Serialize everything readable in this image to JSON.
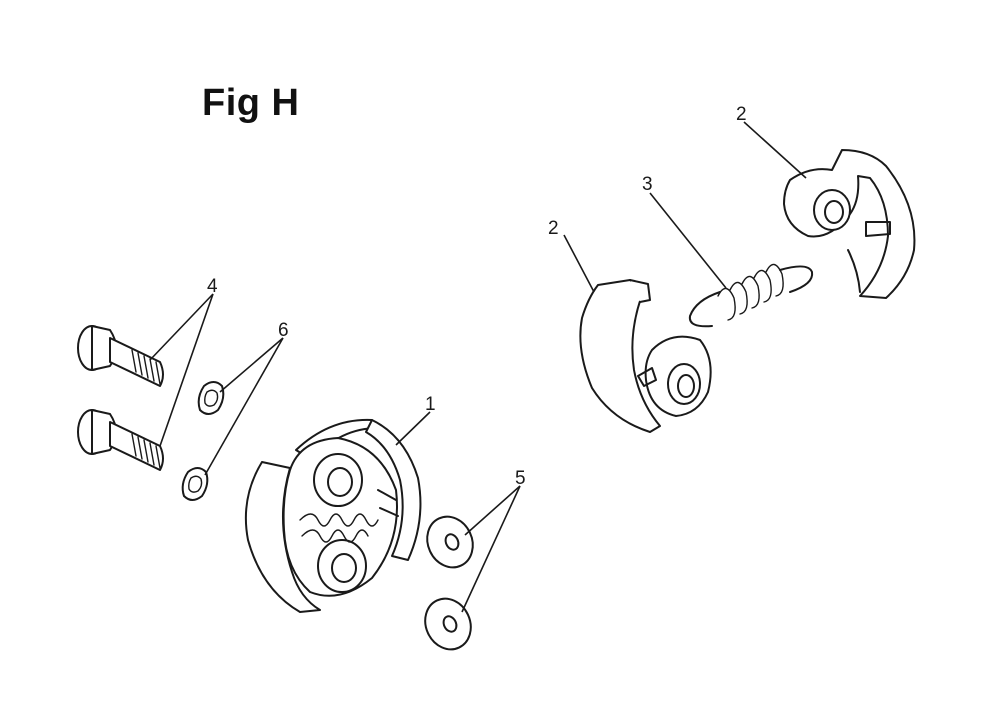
{
  "figure": {
    "title": "Fig H"
  },
  "callouts": {
    "c1": "1",
    "c2a": "2",
    "c2b": "2",
    "c3": "3",
    "c4": "4",
    "c5": "5",
    "c6": "6"
  }
}
